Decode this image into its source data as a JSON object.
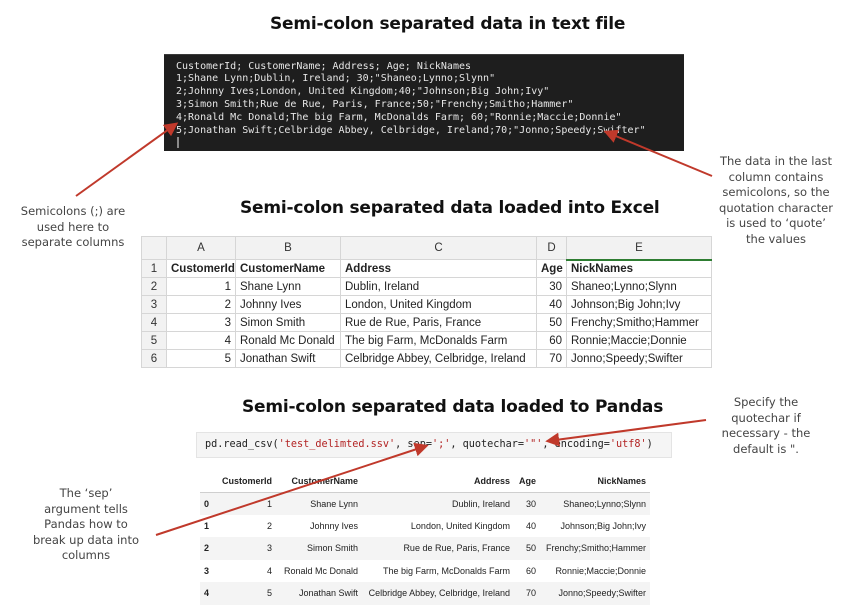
{
  "headings": {
    "text_file": "Semi-colon separated data in text file",
    "excel": "Semi-colon separated data loaded into Excel",
    "pandas": "Semi-colon separated data loaded to Pandas"
  },
  "terminal": {
    "lines": [
      "CustomerId; CustomerName; Address; Age; NickNames",
      "1;Shane Lynn;Dublin, Ireland; 30;\"Shaneo;Lynno;Slynn\"",
      "2;Johnny Ives;London, United Kingdom;40;\"Johnson;Big John;Ivy\"",
      "3;Simon Smith;Rue de Rue, Paris, France;50;\"Frenchy;Smitho;Hammer\"",
      "4;Ronald Mc Donald;The big Farm, McDonalds Farm; 60;\"Ronnie;Maccie;Donnie\"",
      "5;Jonathan Swift;Celbridge Abbey, Celbridge, Ireland;70;\"Jonno;Speedy;Swifter\""
    ]
  },
  "excel": {
    "column_letters": [
      "A",
      "B",
      "C",
      "D",
      "E"
    ],
    "row_numbers": [
      "1",
      "2",
      "3",
      "4",
      "5",
      "6"
    ],
    "header": [
      "CustomerId",
      "CustomerName",
      "Address",
      "Age",
      "NickNames"
    ],
    "rows": [
      [
        "1",
        "Shane Lynn",
        "Dublin, Ireland",
        "30",
        "Shaneo;Lynno;Slynn"
      ],
      [
        "2",
        "Johnny Ives",
        "London, United Kingdom",
        "40",
        "Johnson;Big John;Ivy"
      ],
      [
        "3",
        "Simon Smith",
        "Rue de Rue, Paris, France",
        "50",
        "Frenchy;Smitho;Hammer"
      ],
      [
        "4",
        "Ronald Mc Donald",
        "The big Farm, McDonalds Farm",
        "60",
        "Ronnie;Maccie;Donnie"
      ],
      [
        "5",
        "Jonathan Swift",
        "Celbridge Abbey, Celbridge, Ireland",
        "70",
        "Jonno;Speedy;Swifter"
      ]
    ]
  },
  "code": {
    "prefix": "pd.read_csv(",
    "filename": "'test_delimted.ssv'",
    "sep_key": ", sep=",
    "sep_val": "';'",
    "quote_key": ", quotechar=",
    "quote_val": "'\"'",
    "enc_key": ", encoding=",
    "enc_val": "'utf8'",
    "suffix": ")"
  },
  "pandas": {
    "header": [
      "",
      "CustomerId",
      "CustomerName",
      "Address",
      "Age",
      "NickNames"
    ],
    "rows": [
      [
        "0",
        "1",
        "Shane Lynn",
        "Dublin, Ireland",
        "30",
        "Shaneo;Lynno;Slynn"
      ],
      [
        "1",
        "2",
        "Johnny Ives",
        "London, United Kingdom",
        "40",
        "Johnson;Big John;Ivy"
      ],
      [
        "2",
        "3",
        "Simon Smith",
        "Rue de Rue, Paris, France",
        "50",
        "Frenchy;Smitho;Hammer"
      ],
      [
        "3",
        "4",
        "Ronald Mc Donald",
        "The big Farm, McDonalds Farm",
        "60",
        "Ronnie;Maccie;Donnie"
      ],
      [
        "4",
        "5",
        "Jonathan Swift",
        "Celbridge Abbey, Celbridge, Ireland",
        "70",
        "Jonno;Speedy;Swifter"
      ]
    ]
  },
  "notes": {
    "semicolons": [
      "Semicolons (;) are",
      "used here to",
      "separate columns"
    ],
    "last_column": [
      "The data in the last",
      "column contains",
      "semicolons, so the",
      "quotation character",
      "is used to ‘quote’",
      "the values"
    ],
    "quotechar": [
      "Specify the",
      "quotechar if",
      "necessary - the",
      "default is \"."
    ],
    "sep": [
      "The ‘sep’",
      "argument tells",
      "Pandas how to",
      "break up data into",
      "columns"
    ]
  },
  "colors": {
    "arrow": "#c0392b",
    "terminal_bg": "#1e1e1e",
    "code_string": "#b22222",
    "excel_selected": "#2e7d32"
  }
}
